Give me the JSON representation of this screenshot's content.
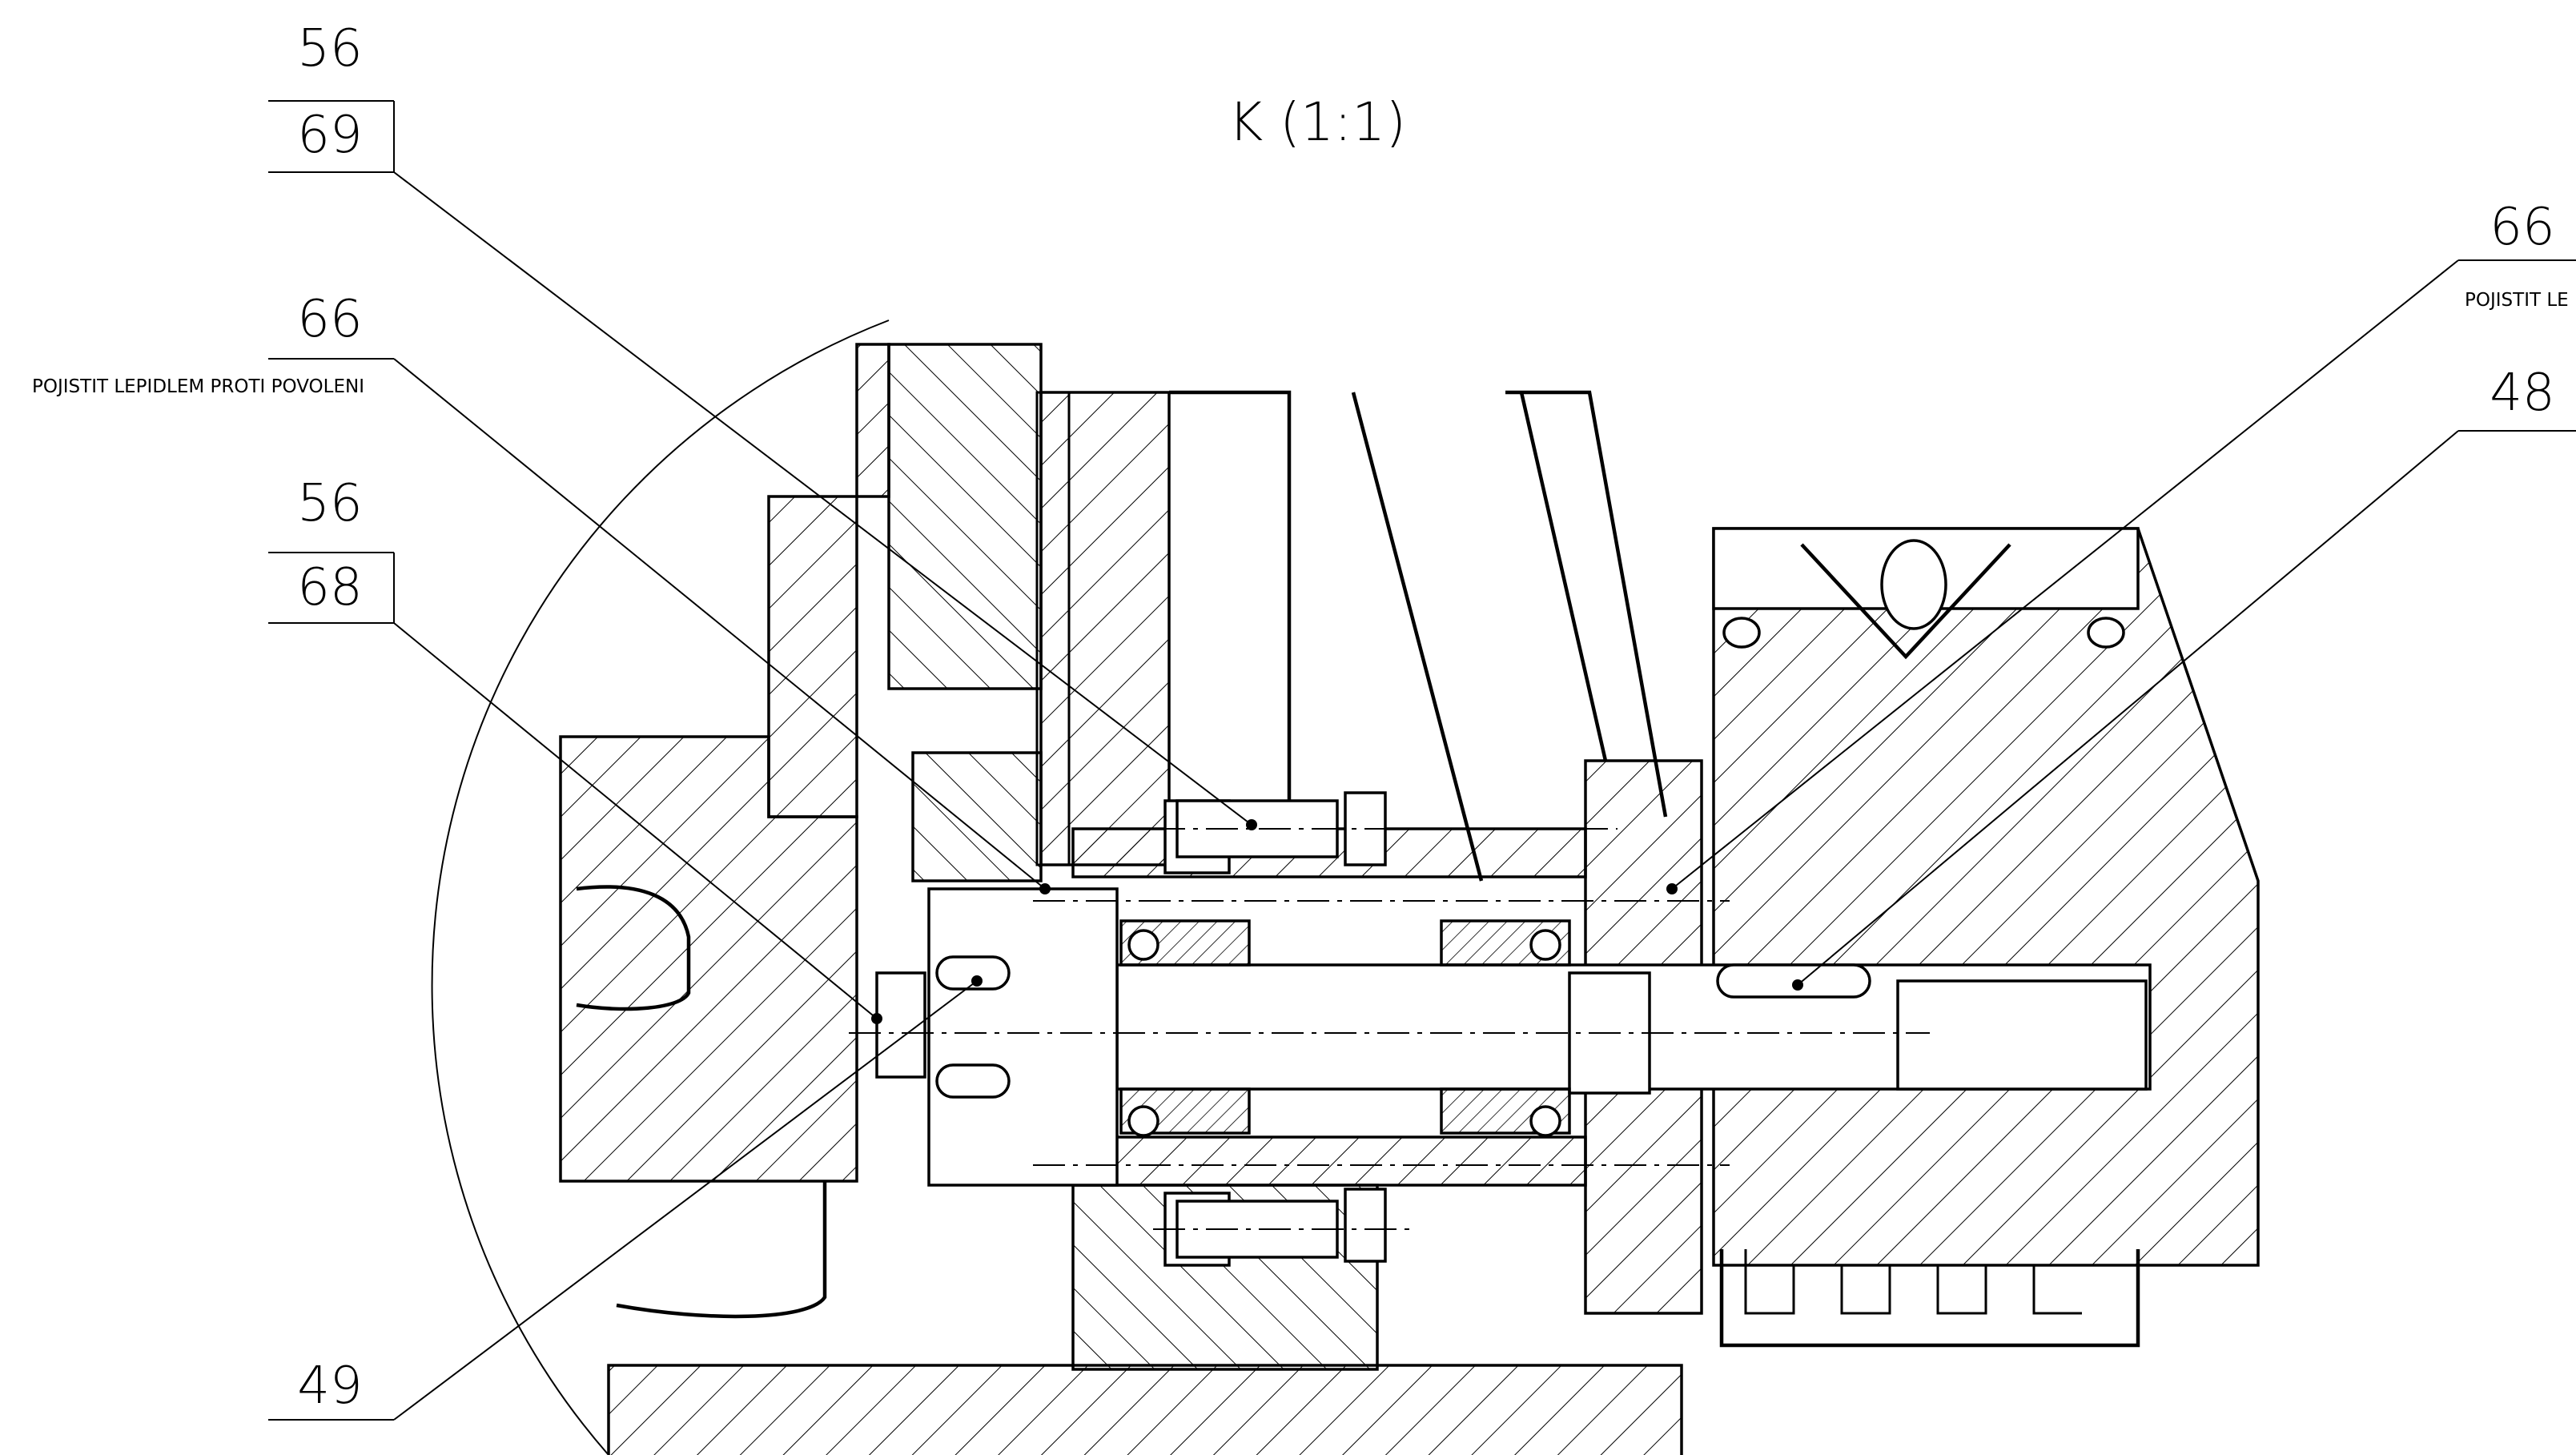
{
  "view_title": "K (1:1)",
  "balloons": {
    "left_top_a": "56",
    "left_top_b": "69",
    "left_66": "66",
    "left_note": "POJISTIT LEPIDLEM PROTI POVOLENI",
    "left_mid_a": "56",
    "left_mid_b": "68",
    "left_bottom": "49",
    "right_66": "66",
    "right_note": "POJISTIT LE",
    "right_48": "48"
  }
}
